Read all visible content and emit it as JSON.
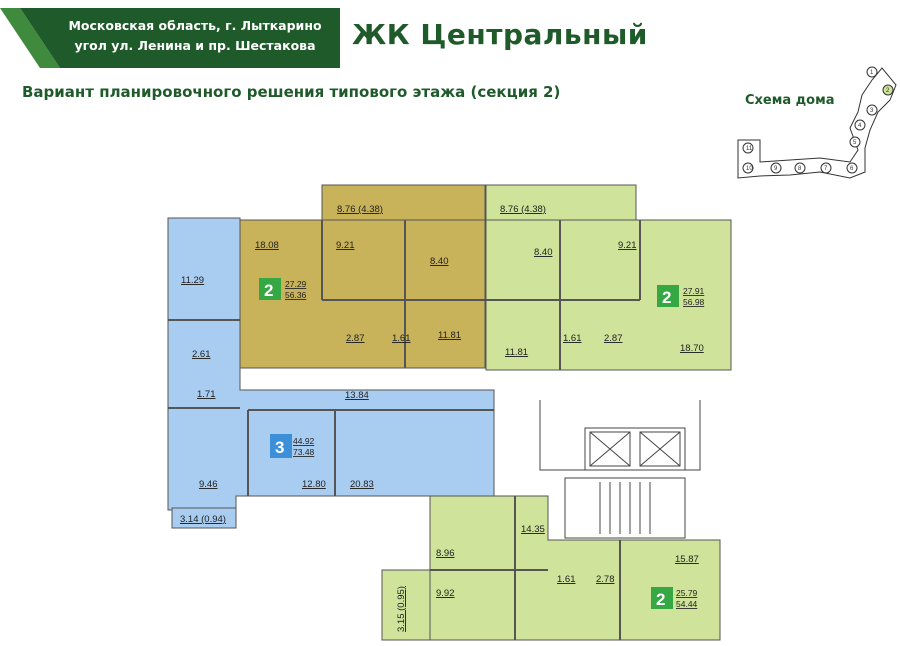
{
  "header": {
    "address_line1": "Московская область, г. Лыткарино",
    "address_line2": "угол ул. Ленина и пр. Шестакова",
    "title": "ЖК Центральный",
    "subtitle": "Вариант планировочного решения типового этажа (секция 2)",
    "scheme_title": "Схема дома"
  },
  "colors": {
    "banner_dark": "#1f5a2a",
    "banner_mid": "#3f8a3c",
    "olive": "#c9b35a",
    "lime": "#cfe39a",
    "blue": "#a9cdf0",
    "badge_green": "#35a844",
    "badge_blue": "#3d8fd8"
  },
  "scheme": {
    "sections": [
      "1",
      "2",
      "3",
      "4",
      "5",
      "6",
      "7",
      "8",
      "9",
      "10",
      "11"
    ],
    "highlighted": "2"
  },
  "apartments": [
    {
      "rooms": "2",
      "living": "27.29",
      "total": "56.36"
    },
    {
      "rooms": "2",
      "living": "27.91",
      "total": "56.98"
    },
    {
      "rooms": "3",
      "living": "44.92",
      "total": "73.48"
    },
    {
      "rooms": "2",
      "living": "25.79",
      "total": "54.44"
    }
  ],
  "areas": {
    "balcony_left": "8.76 (4.38)",
    "balcony_right": "8.76 (4.38)",
    "a18_08": "18.08",
    "a9_21_l": "9.21",
    "a8_40_l": "8.40",
    "a11_81_l": "11.81",
    "a2_87_l": "2.87",
    "a1_61_l": "1.61",
    "a8_40_r": "8.40",
    "a9_21_r": "9.21",
    "a11_81_r": "11.81",
    "a1_61_r": "1.61",
    "a2_87_r": "2.87",
    "a18_70": "18.70",
    "a11_29": "11.29",
    "a2_61": "2.61",
    "a1_71": "1.71",
    "a13_84": "13.84",
    "a9_46": "9.46",
    "a12_80": "12.80",
    "a20_83": "20.83",
    "loggia_left": "3.14 (0.94)",
    "a14_35": "14.35",
    "a8_96": "8.96",
    "a15_87": "15.87",
    "a1_61_b": "1.61",
    "a2_78": "2.78",
    "a9_92": "9.92",
    "loggia_bottom": "3.15 (0.95)"
  }
}
